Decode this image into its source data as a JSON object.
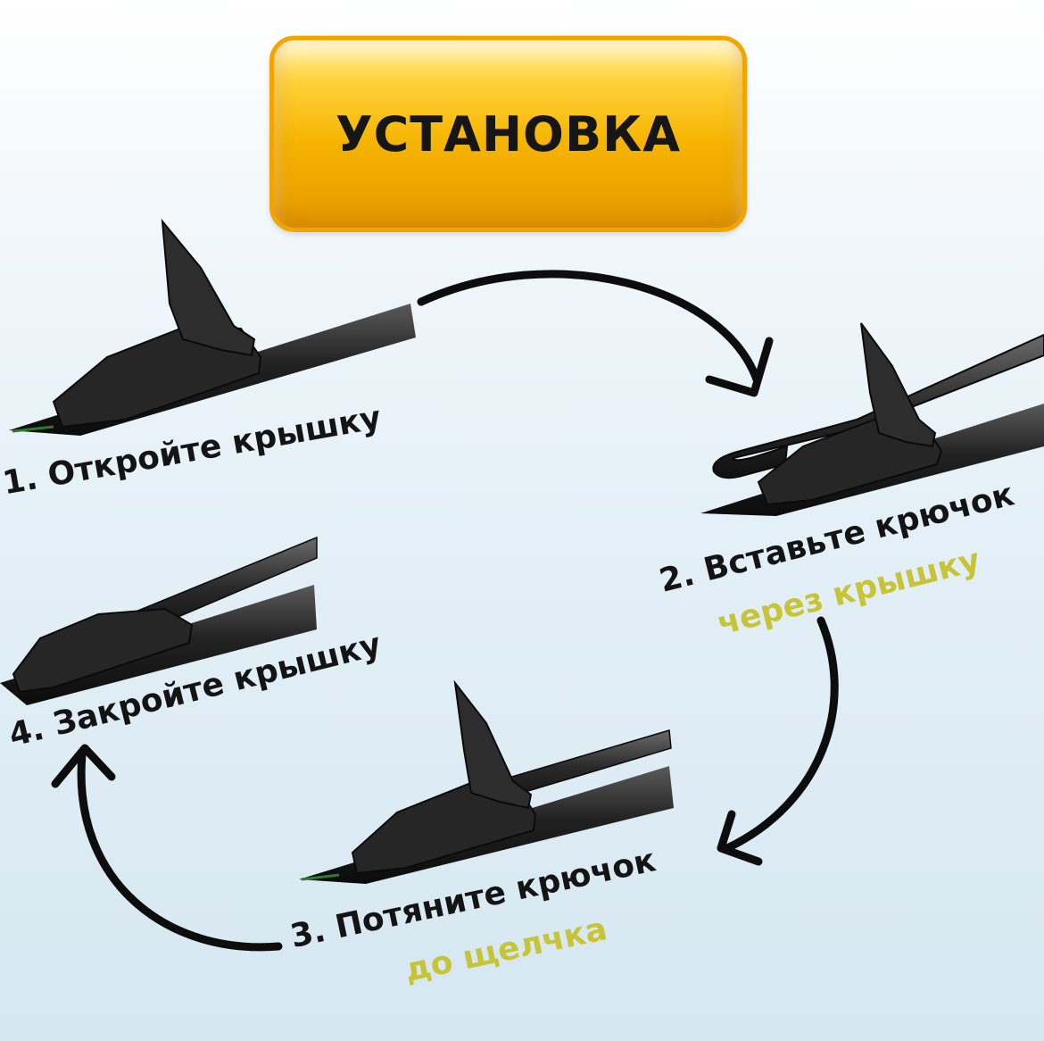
{
  "title": "УСТАНОВКА",
  "steps": [
    {
      "number": "1.",
      "text": "Откройте крышку",
      "extra": ""
    },
    {
      "number": "2.",
      "text": "Вставьте крючок",
      "extra": "через крышку"
    },
    {
      "number": "3.",
      "text": "Потяните крючок",
      "extra": "до щелчка"
    },
    {
      "number": "4.",
      "text": "Закройте крышку",
      "extra": ""
    }
  ],
  "colors": {
    "title_fill": "#f5b400",
    "title_border": "#f2a400",
    "accent_text": "#c8c437",
    "arrow": "#0d0d0d",
    "blade": "#1e1e1e"
  }
}
